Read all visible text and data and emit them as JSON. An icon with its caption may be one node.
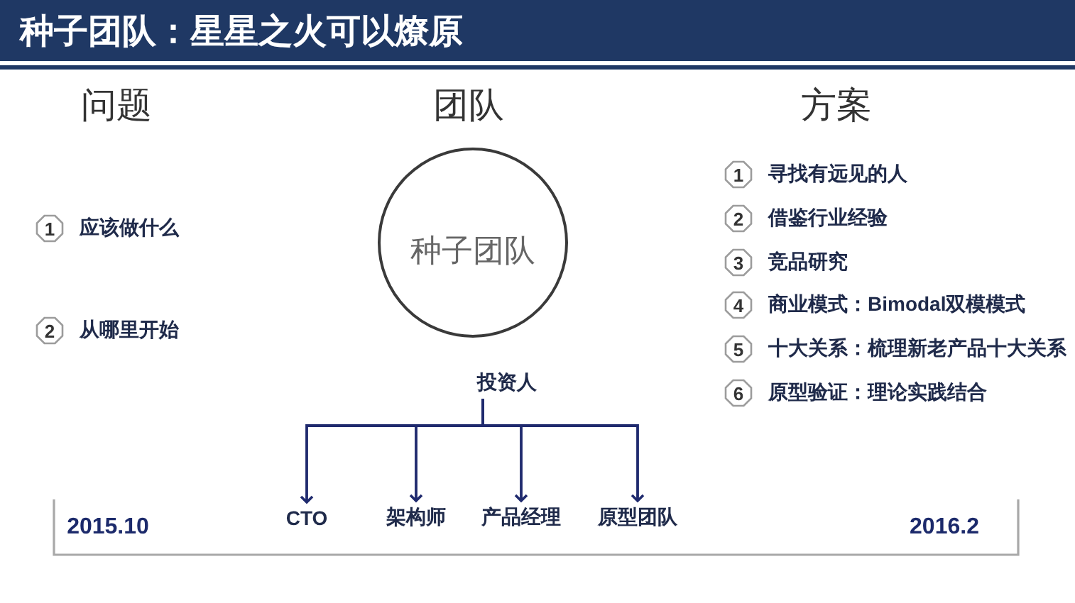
{
  "diagram": {
    "title": "种子团队：星星之火可以燎原",
    "nodes": [
      {
        "text": [
          "1"
        ],
        "beside": [
          "应该做什么"
        ]
      },
      {
        "text": [
          "2"
        ],
        "beside": [
          "从哪里开始"
        ]
      },
      {
        "text": [
          "种子团队"
        ]
      },
      {
        "text": [
          "投资人"
        ]
      },
      {
        "text": [
          "CTO"
        ]
      },
      {
        "text": [
          "架构师"
        ]
      },
      {
        "text": [
          "产品经理"
        ]
      },
      {
        "text": [
          "原型团队"
        ]
      },
      {
        "text": [
          "1"
        ],
        "beside": [
          "寻找有远见的人"
        ]
      },
      {
        "text": [
          "2"
        ],
        "beside": [
          "借鉴行业经验"
        ]
      },
      {
        "text": [
          "3"
        ],
        "beside": [
          "竞品研究"
        ]
      },
      {
        "text": [
          "4"
        ],
        "beside": [
          "商业模式：Bimodal双模模式"
        ]
      },
      {
        "text": [
          "5"
        ],
        "beside": [
          "十大关系：梳理新老产品十大关系"
        ]
      },
      {
        "text": [
          "6"
        ],
        "beside": [
          "原型验证：理论实践结合"
        ]
      }
    ],
    "edges": [
      {
        "from": 3,
        "to": 4,
        "arrow": "to"
      },
      {
        "from": 3,
        "to": 5,
        "arrow": "to"
      },
      {
        "from": 3,
        "to": 6,
        "arrow": "to"
      },
      {
        "from": 3,
        "to": 7,
        "arrow": "to"
      }
    ],
    "labels": [
      "问题",
      "团队",
      "方案",
      "2015.10",
      "2016.2"
    ]
  }
}
